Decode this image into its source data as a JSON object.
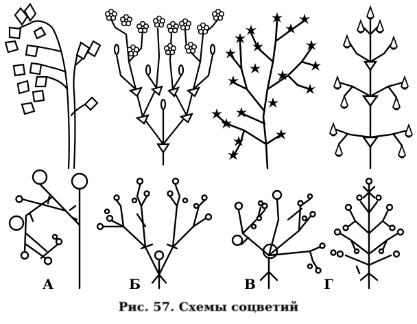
{
  "figure": {
    "panels": [
      {
        "id": "A",
        "label": "А"
      },
      {
        "id": "B",
        "label": "Б"
      },
      {
        "id": "V",
        "label": "В"
      },
      {
        "id": "G",
        "label": "Г"
      }
    ],
    "caption": "Рис. 57. Схемы соцветий"
  }
}
